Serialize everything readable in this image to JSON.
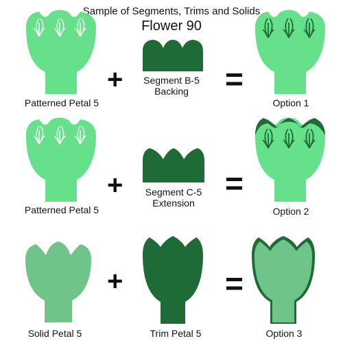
{
  "header": {
    "title": "Sample of Segments, Trims and Solids",
    "subtitle": "Flower 90"
  },
  "colors": {
    "light_petal": "#66E08A",
    "solid_petal": "#6FC48A",
    "dark_green": "#1E6B37",
    "operator": "#111111"
  },
  "operators": {
    "plus": "+",
    "equals": "="
  },
  "rows": [
    {
      "left_label": "Patterned Petal 5",
      "middle_label": "Segment B-5 Backing",
      "result_label": "Option 1"
    },
    {
      "left_label": "Patterned Petal 5",
      "middle_label": "Segment C-5 Extension",
      "result_label": "Option 2"
    },
    {
      "left_label": "Solid Petal 5",
      "middle_label": "Trim Petal 5",
      "result_label": "Option 3"
    }
  ]
}
